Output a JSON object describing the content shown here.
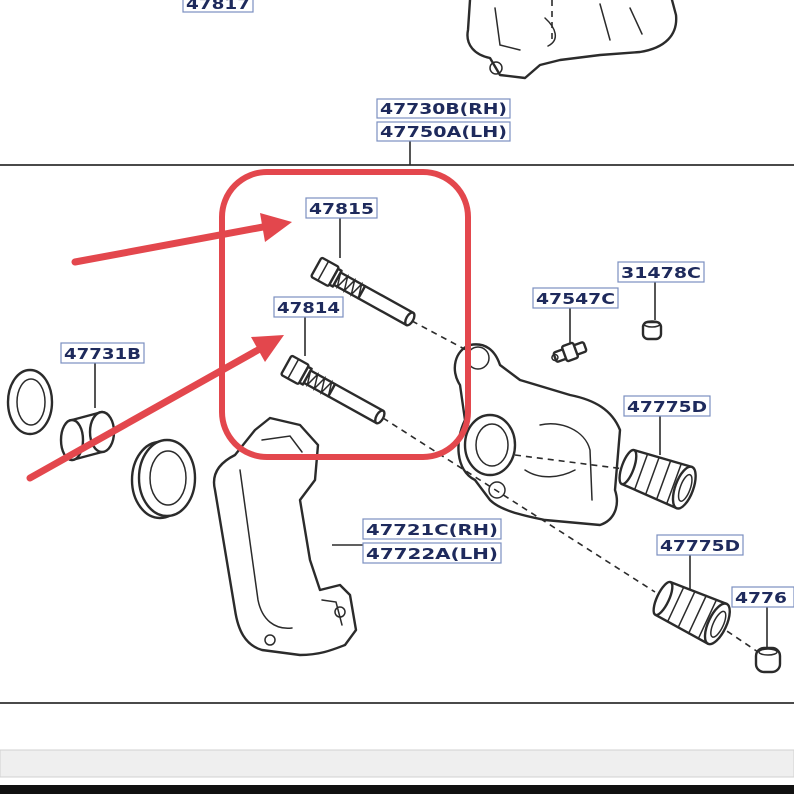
{
  "diagram": {
    "part_labels": {
      "top_caliper": "47817",
      "cylinder_rh": "47730B(RH)",
      "cylinder_lh": "47750A(LH)",
      "slide_pin_upper": "47815",
      "slide_pin_lower": "47814",
      "bleeder_cap": "31478C",
      "bleeder_plug": "47547C",
      "piston_kit": "47731B",
      "boot_upper": "47775D",
      "mounting_rh": "47721C(RH)",
      "mounting_lh": "47722A(LH)",
      "boot_lower": "47775D",
      "cap_partial": "4776"
    }
  },
  "colors": {
    "highlight": "#e3474d",
    "line": "#2b2b2b",
    "label_text": "#1e2a5c",
    "label_border": "#7b8fc0",
    "status_band": "#efefef",
    "bottom_bar": "#111111"
  }
}
